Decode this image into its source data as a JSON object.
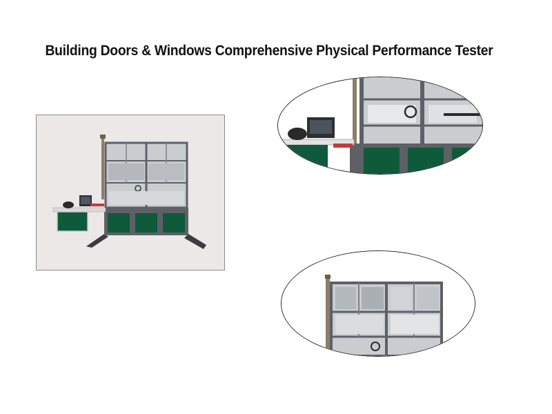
{
  "page": {
    "title": "Building Doors & Windows Comprehensive Physical Performance Tester"
  },
  "colors": {
    "cabinet_green": "#0f5a3a",
    "frame_gray": "#5d6066",
    "glass_gray": "#c9cdd0",
    "photo_bg": "#ece8e8",
    "outline": "#222222"
  },
  "figures": {
    "main_photo": "tester-machine-photo",
    "detail_top": "control-panel-detail",
    "detail_bottom": "test-chamber-detail"
  }
}
